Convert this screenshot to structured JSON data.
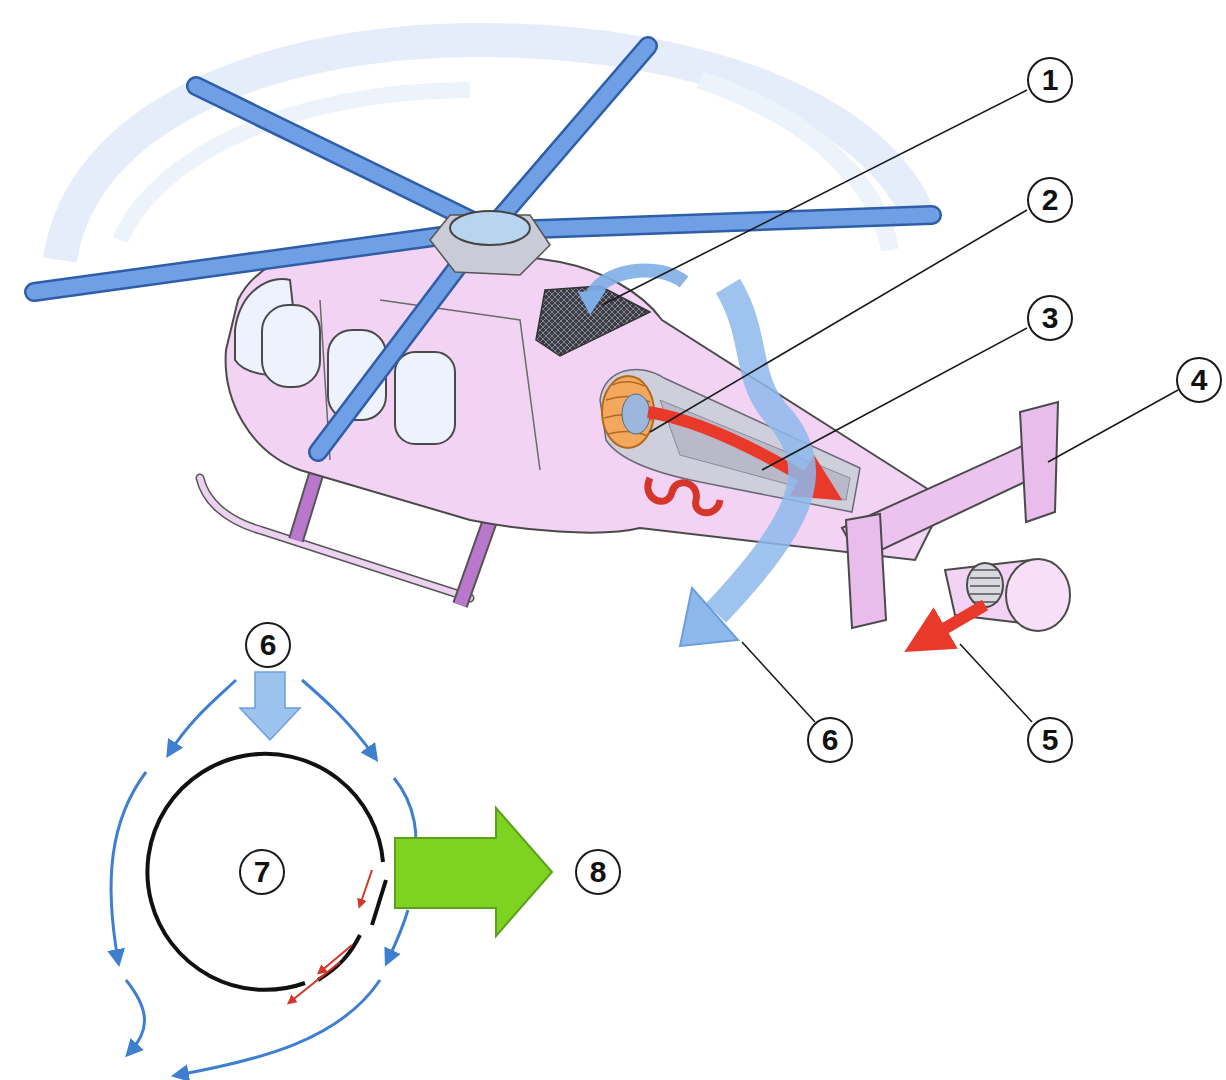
{
  "diagram": {
    "labels": [
      "1",
      "2",
      "3",
      "4",
      "6",
      "6",
      "5",
      "7",
      "8"
    ]
  }
}
